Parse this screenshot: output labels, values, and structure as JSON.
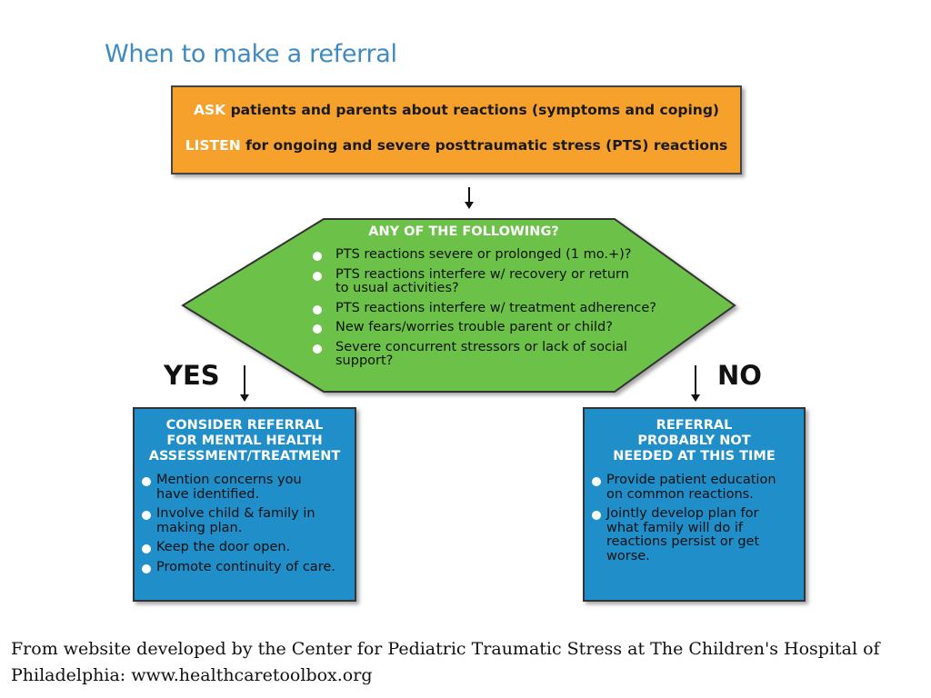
{
  "title": "When to make a referral",
  "ask_box": {
    "line1_keyword": "ASK",
    "line1_text": " patients and parents about reactions (symptoms and coping)",
    "line2_keyword": "LISTEN",
    "line2_text": " for ongoing and severe posttraumatic stress (PTS) reactions"
  },
  "question": {
    "title": "ANY OF THE FOLLOWING?",
    "items": [
      "PTS reactions severe or prolonged (1 mo.+)?",
      "PTS reactions interfere w/ recovery or return\nto usual activities?",
      "PTS reactions interfere w/ treatment adherence?",
      "New fears/worries trouble parent or child?",
      "Severe concurrent stressors or lack of social\nsupport?"
    ]
  },
  "yes_label": "YES",
  "no_label": "NO",
  "yes_box": {
    "title": "CONSIDER REFERRAL\nFOR MENTAL HEALTH\nASSESSMENT/TREATMENT",
    "items": [
      "Mention concerns you\nhave identified.",
      "Involve child & family in\nmaking plan.",
      "Keep the door open.",
      "Promote continuity of care."
    ]
  },
  "no_box": {
    "title": "REFERRAL\nPROBABLY NOT\nNEEDED AT THIS TIME",
    "items": [
      "Provide patient education\non common reactions.",
      "Jointly develop plan for\nwhat family will do if\nreactions persist or  get\nworse."
    ]
  },
  "footer": "From website developed by the Center for Pediatric Traumatic Stress at The Children's Hospital of Philadelphia: www.healthcaretoolbox.org",
  "colors": {
    "title": "#3f8bc1",
    "orange": "#f6a12c",
    "green": "#6cc24a",
    "blue": "#1f8ec9"
  }
}
